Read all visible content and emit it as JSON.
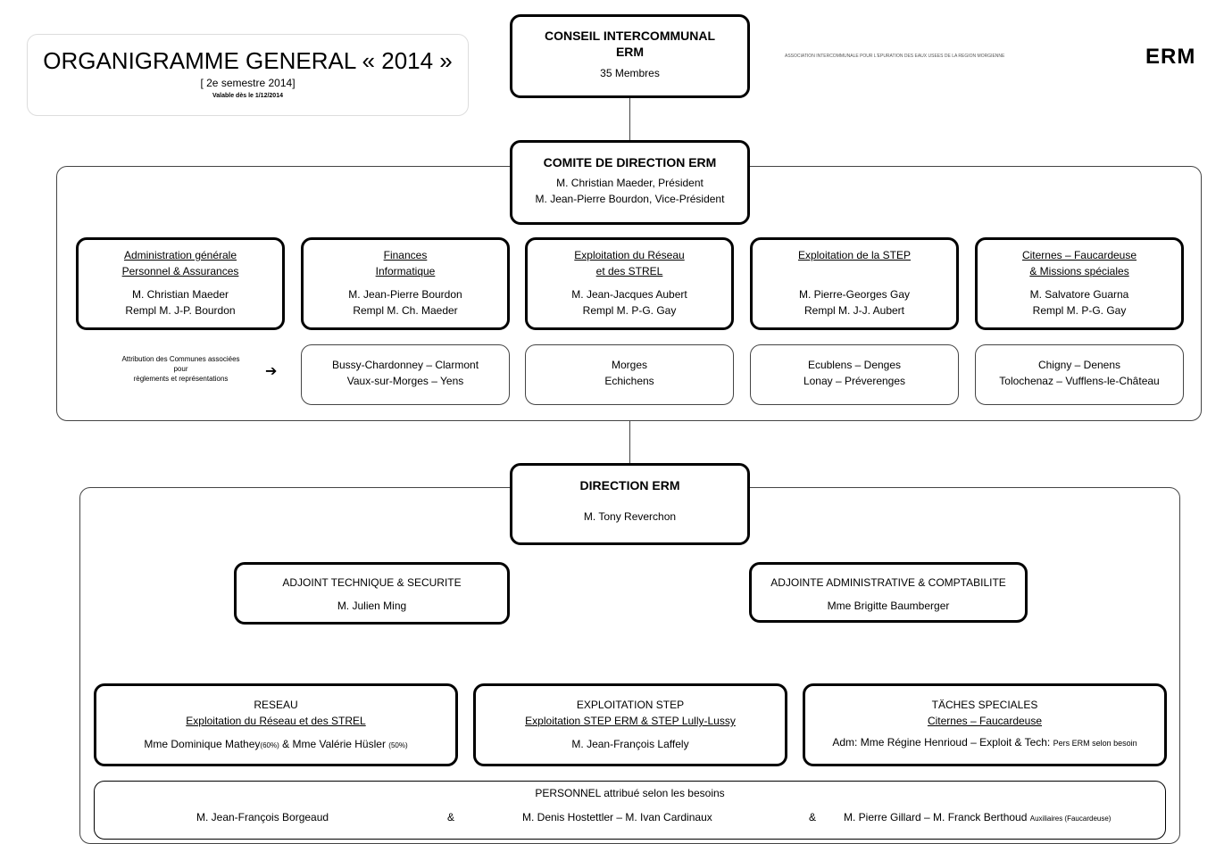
{
  "title_box": {
    "title": "ORGANIGRAMME GENERAL « 2014 »",
    "subtitle": "[ 2e semestre 2014]",
    "valid": "Valable dès le 1/12/2014"
  },
  "header": {
    "association": "ASSOCIATION INTERCOMMUNALE POUR L'EPURATION DES EAUX USEES DE LA REGION MORGIENNE",
    "logo": "ERM"
  },
  "conseil": {
    "title1": "CONSEIL INTERCOMMUNAL",
    "title2": "ERM",
    "members": "35 Membres"
  },
  "comite": {
    "title": "COMITE DE DIRECTION ERM",
    "line1": "M. Christian Maeder, Président",
    "line2": "M. Jean-Pierre Bourdon, Vice-Président"
  },
  "departments": [
    {
      "h1": "Administration générale",
      "h2": "Personnel & Assurances",
      "p1": "M. Christian Maeder",
      "p2": "Rempl M. J-P. Bourdon"
    },
    {
      "h1": "Finances",
      "h2": "Informatique",
      "p1": "M. Jean-Pierre Bourdon",
      "p2": "Rempl M. Ch. Maeder"
    },
    {
      "h1": "Exploitation du Réseau",
      "h2": "et des STREL",
      "p1": "M. Jean-Jacques Aubert",
      "p2": "Rempl M. P-G. Gay"
    },
    {
      "h1": "Exploitation de la STEP",
      "h2": "",
      "p1": "M. Pierre-Georges Gay",
      "p2": "Rempl M. J-J. Aubert"
    },
    {
      "h1": "Citernes – Faucardeuse",
      "h2": "& Missions spéciales",
      "p1": "M. Salvatore Guarna",
      "p2": "Rempl M. P-G. Gay"
    }
  ],
  "attribution": {
    "line1": "Attribution des Communes associées",
    "line2": "pour",
    "line3": "règlements et représentations",
    "arrow": "➔"
  },
  "communes": [
    {
      "l1": "Bussy-Chardonney – Clarmont",
      "l2": "Vaux-sur-Morges – Yens"
    },
    {
      "l1": "Morges",
      "l2": "Echichens"
    },
    {
      "l1": "Ecublens – Denges",
      "l2": "Lonay – Préverenges"
    },
    {
      "l1": "Chigny – Denens",
      "l2": "Tolochenaz – Vufflens-le-Château"
    }
  ],
  "direction": {
    "title": "DIRECTION ERM",
    "person": "M. Tony Reverchon"
  },
  "adjoint_tech": {
    "title": "ADJOINT TECHNIQUE & SECURITE",
    "person": "M. Julien Ming"
  },
  "adjoint_admin": {
    "title": "ADJOINTE ADMINISTRATIVE & COMPTABILITE",
    "person": "Mme Brigitte Baumberger"
  },
  "reseau": {
    "title": "RESEAU",
    "sub": "Exploitation du Réseau et des STREL",
    "p1": "Mme Dominique Mathey",
    "p1pct": "(60%)",
    "amp": "&",
    "p2": "Mme Valérie Hüsler",
    "p2pct": "(50%)"
  },
  "step": {
    "title": "EXPLOITATION STEP",
    "sub": "Exploitation STEP ERM & STEP Lully-Lussy",
    "person": "M. Jean-François Laffely"
  },
  "taches": {
    "title": "TÄCHES SPECIALES",
    "sub": "Citernes – Faucardeuse",
    "line_main": "Adm: Mme Régine Henrioud – Exploit & Tech: ",
    "line_small": "Pers ERM selon besoin"
  },
  "personnel": {
    "title": "PERSONNEL attribué selon les besoins",
    "p1": "M. Jean-François Borgeaud",
    "amp1": "&",
    "p2": "M. Denis Hostettler – M. Ivan Cardinaux",
    "amp2": "&",
    "p3": "M. Pierre Gillard – M. Franck Berthoud",
    "p3small": "Auxiliaires (Faucardeuse)"
  }
}
